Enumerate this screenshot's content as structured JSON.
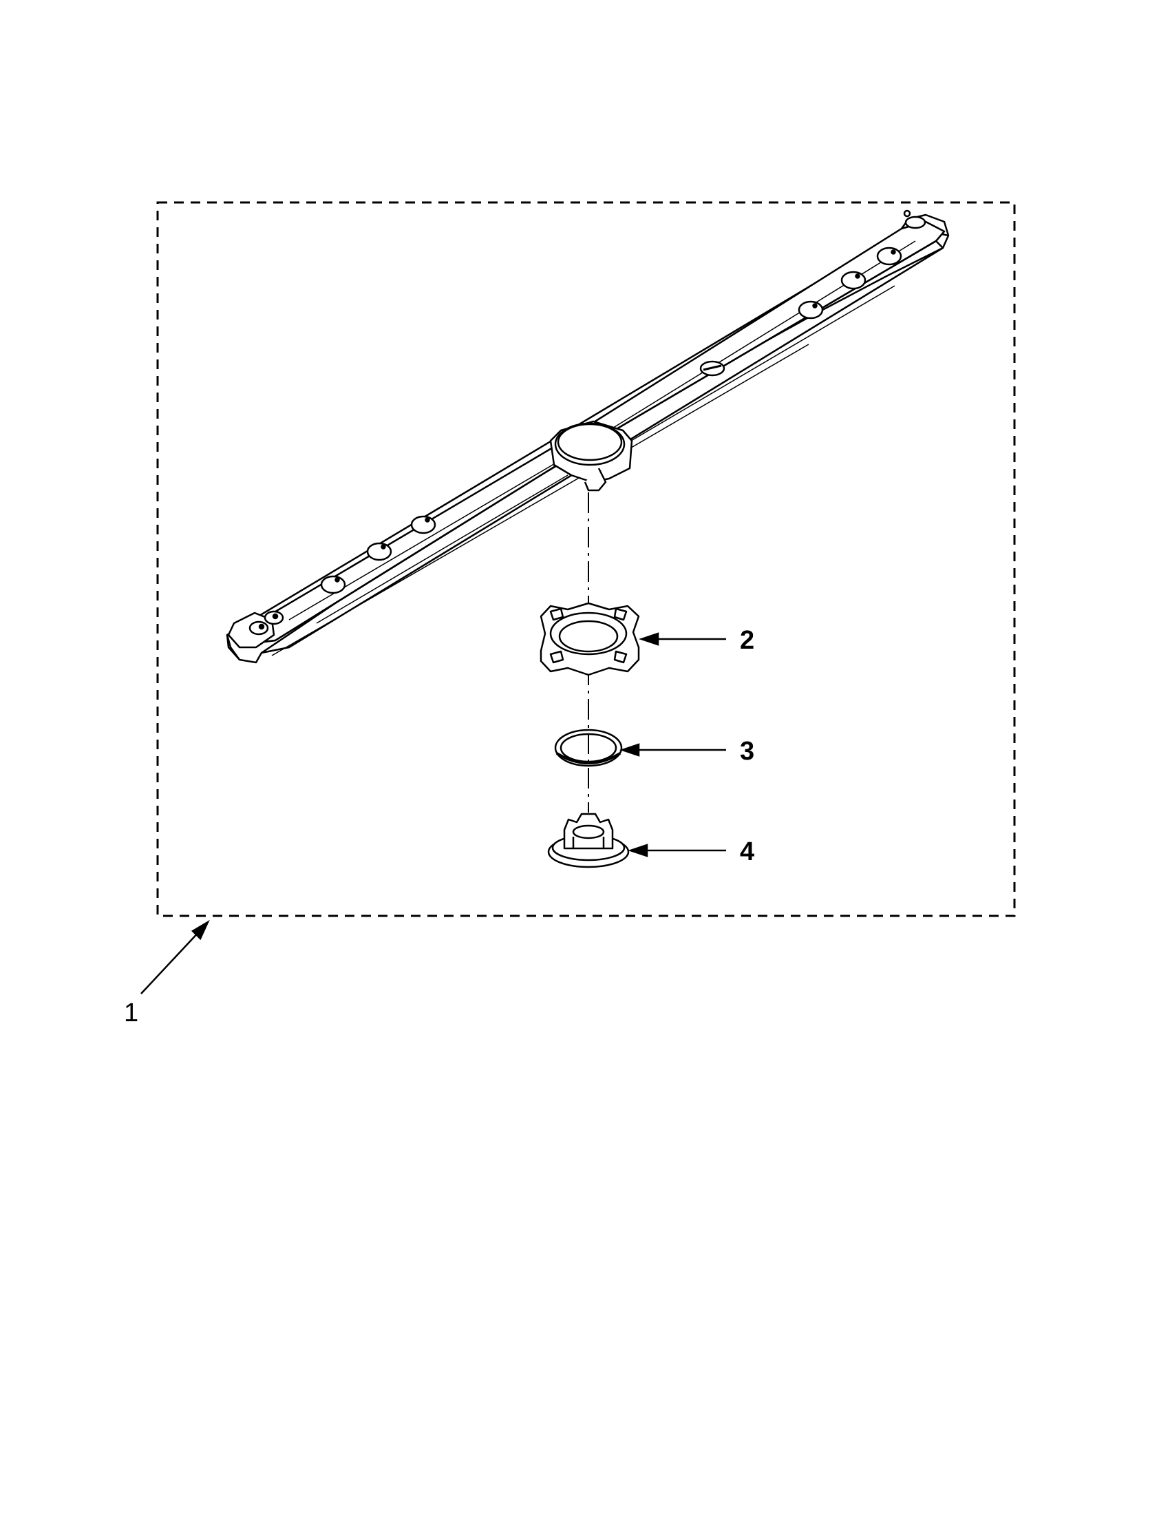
{
  "diagram": {
    "kit_callout": {
      "label": "1"
    },
    "callouts": [
      {
        "label": "2",
        "part": "spray-arm-bearing"
      },
      {
        "label": "3",
        "part": "seal-ring"
      },
      {
        "label": "4",
        "part": "hub-nut"
      }
    ],
    "colors": {
      "line": "#000000",
      "fill": "#ffffff",
      "shade": "#e6e6e6"
    }
  }
}
